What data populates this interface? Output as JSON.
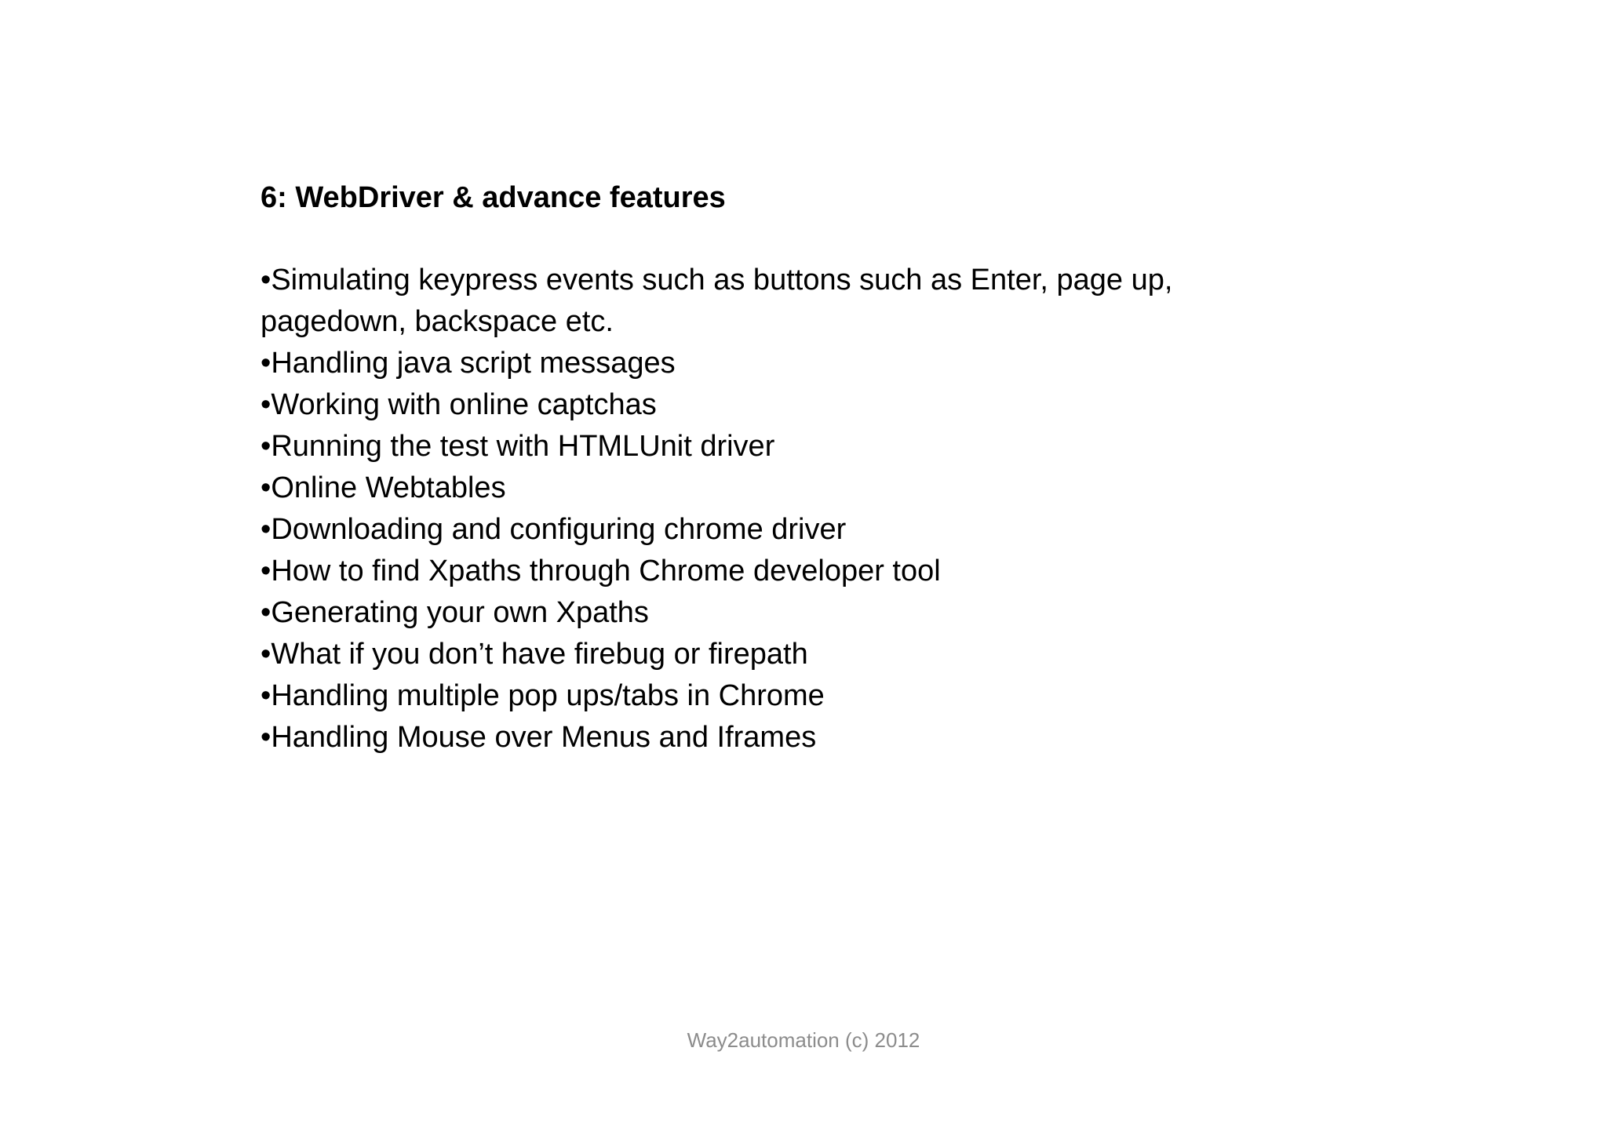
{
  "slide": {
    "title": "6: WebDriver & advance features",
    "bullets": [
      "Simulating keypress events such as buttons such as Enter, page up, pagedown, backspace etc.",
      "Handling java script messages",
      "Working with online captchas",
      "Running the test with HTMLUnit driver",
      "Online Webtables",
      "Downloading and configuring chrome driver",
      "How to find Xpaths through Chrome developer tool",
      "Generating your own Xpaths",
      "What if you don’t have firebug or firepath",
      "Handling multiple pop ups/tabs in Chrome",
      "Handling Mouse over Menus and Iframes"
    ],
    "footer": "Way2automation (c) 2012"
  },
  "colors": {
    "background": "#ffffff",
    "text": "#000000",
    "footer_text": "#8c8c8c"
  }
}
